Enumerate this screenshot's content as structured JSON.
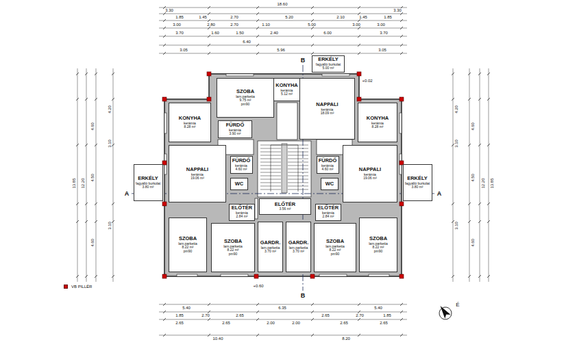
{
  "diagram": {
    "nodes": [
      {
        "text": [
          "ERKÉLY",
          "fagyálló burkolat",
          "5.00 m²"
        ]
      },
      {
        "text": [
          "SZOBA",
          "lam.parketta",
          "9.75 m²",
          "pm90"
        ]
      },
      {
        "text": [
          "KONYHA",
          "kerámia",
          "5.12 m²"
        ]
      },
      {
        "text": [
          "NAPPALI",
          "kerámia",
          "18.09 m²"
        ]
      },
      {
        "text": [
          "KONYHA",
          "kerámia",
          "8.28 m²"
        ]
      },
      {
        "text": [
          "FÜRDŐ",
          "kerámia",
          "3.90 m²"
        ]
      },
      {
        "text": [
          "KONYHA",
          "kerámia",
          "8.28 m²"
        ]
      },
      {
        "text": [
          "ERKÉLY",
          "fagyálló burkolat",
          "3.80 m²"
        ]
      },
      {
        "text": [
          "NAPPALI",
          "kerámia",
          "19.06 m²"
        ]
      },
      {
        "text": [
          "FÜRDŐ",
          "kerámia",
          "4.60 m²"
        ]
      },
      {
        "text": [
          "FÜRDŐ",
          "kerámia",
          "4.60 m²"
        ]
      },
      {
        "text": [
          "NAPPALI",
          "kerámia",
          "19.06 m²"
        ]
      },
      {
        "text": [
          "ERKÉLY",
          "fagyálló burkolat",
          "3.80 m²"
        ]
      },
      {
        "text": [
          "WC"
        ]
      },
      {
        "text": [
          "WC"
        ]
      },
      {
        "text": [
          "ELŐTÉR",
          "kerámia",
          "2.84 m²"
        ]
      },
      {
        "text": [
          "ELŐTÉR",
          "3.56 m²"
        ]
      },
      {
        "text": [
          "ELŐTÉR",
          "kerámia",
          "2.84 m²"
        ]
      },
      {
        "text": [
          "SZOBA",
          "lam.parketta",
          "8.22 m²",
          "pm90"
        ]
      },
      {
        "text": [
          "SZOBA",
          "lam.parketta",
          "8.22 m²",
          "pm90"
        ]
      },
      {
        "text": [
          "GARDR.",
          "lam.parketta",
          "3.70 m²"
        ]
      },
      {
        "text": [
          "GARDR.",
          "lam.parketta",
          "3.70 m²"
        ]
      },
      {
        "text": [
          "SZOBA",
          "lam.parketta",
          "8.22 m²",
          "pm90"
        ]
      },
      {
        "text": [
          "SZOBA",
          "lam.parketta",
          "8.22 m²",
          "pm90"
        ]
      }
    ],
    "labels": [
      "18.60",
      "3.30",
      "3.30",
      "1.85",
      "1.45",
      "2.70",
      "5.20",
      "2.10",
      "1.45",
      "1.85",
      "3.00",
      "2.80",
      "2.70",
      "1.10",
      "5.00",
      "3.00",
      "3.00",
      "3.70",
      "1.60",
      "1.50",
      "2.40",
      "6.00",
      "3.70",
      "6.40",
      "3.05",
      "5.96",
      "3.05",
      "5.40",
      "6.35",
      "5.40",
      "1.85",
      "2.70",
      "2.65",
      "2.65",
      "2.70",
      "1.85",
      "2.65",
      "2.65",
      "2.00",
      "2.00",
      "2.65",
      "2.65",
      "10.40",
      "8.20",
      "13.85",
      "12.20",
      "4.60",
      "4.50",
      "4.60",
      "4.20",
      "3.10",
      "3.10",
      "13.85",
      "12.20",
      "4.60",
      "4.50",
      "4.60",
      "4.20",
      "3.10",
      "3.10",
      "A",
      "A",
      "B",
      "B",
      "+0.02",
      "+0.60",
      "É"
    ],
    "legend": [
      {
        "text": "VB PILLÉR",
        "color": "#cc0000"
      }
    ]
  }
}
